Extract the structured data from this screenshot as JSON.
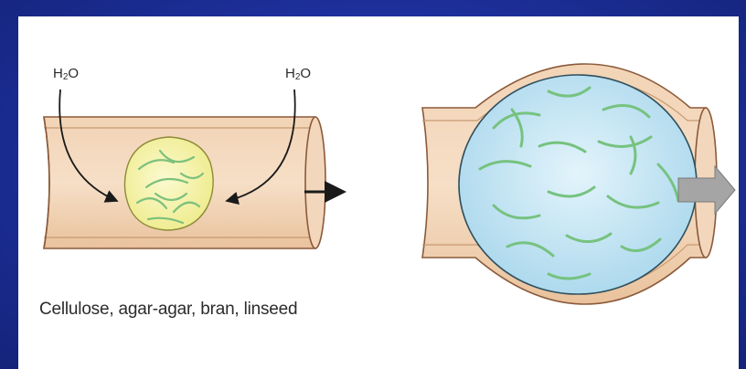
{
  "labels": {
    "water_left": {
      "main": "H",
      "sub": "2",
      "tail": "O"
    },
    "water_right": {
      "main": "H",
      "sub": "2",
      "tail": "O"
    }
  },
  "caption": "Cellulose, agar-agar, bran, linseed",
  "colors": {
    "background": "#1d2f9a",
    "panel": "#ffffff",
    "tube": "#e9bd96",
    "tube_edge": "#8a5a3a",
    "bolus_small": "#f3f2a6",
    "bolus_large": "#bfe3f2",
    "fiber": "#6fbf7a",
    "arrow_right": "#9a9a9a"
  }
}
